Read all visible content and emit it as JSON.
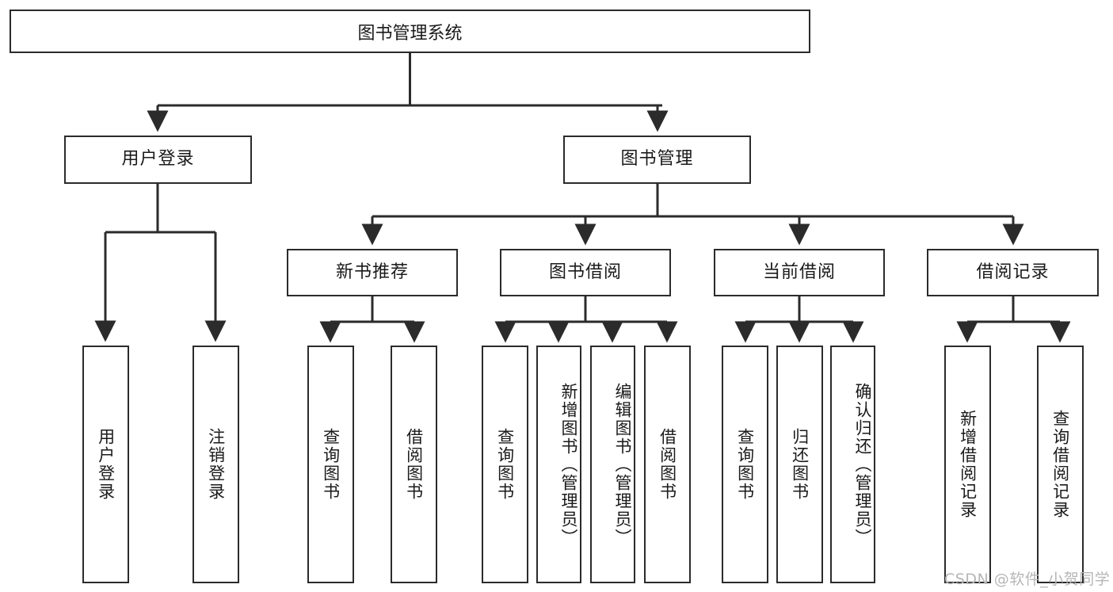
{
  "diagram": {
    "title": "图书管理系统",
    "watermark": "CSDN @软件_小贺同学",
    "type": "tree-hierarchy-diagram",
    "colors": {
      "box_border": "#2b2b2b",
      "box_fill": "#ffffff",
      "connector": "#2b2b2b",
      "text": "#1a1a1a",
      "watermark": "#b6b6b6",
      "background": "#ffffff"
    },
    "levels": {
      "root": {
        "label": "图书管理系统"
      },
      "level2": [
        {
          "id": "user-login",
          "label": "用户登录"
        },
        {
          "id": "book-management",
          "label": "图书管理"
        }
      ],
      "level3": [
        {
          "id": "new-book-recommend",
          "label": "新书推荐",
          "parent": "book-management"
        },
        {
          "id": "book-borrow",
          "label": "图书借阅",
          "parent": "book-management"
        },
        {
          "id": "current-borrow",
          "label": "当前借阅",
          "parent": "book-management"
        },
        {
          "id": "borrow-record",
          "label": "借阅记录",
          "parent": "book-management"
        }
      ],
      "leaves": [
        {
          "id": "leaf-user-login",
          "label": "用户登录",
          "parent": "user-login"
        },
        {
          "id": "leaf-logout",
          "label": "注销登录",
          "parent": "user-login"
        },
        {
          "id": "leaf-query-book-1",
          "label": "查询图书",
          "parent": "new-book-recommend"
        },
        {
          "id": "leaf-borrow-book-1",
          "label": "借阅图书",
          "parent": "new-book-recommend"
        },
        {
          "id": "leaf-query-book-2",
          "label": "查询图书",
          "parent": "book-borrow"
        },
        {
          "id": "leaf-add-book",
          "label": "新增图书（管理员）",
          "parent": "book-borrow"
        },
        {
          "id": "leaf-edit-book",
          "label": "编辑图书（管理员）",
          "parent": "book-borrow"
        },
        {
          "id": "leaf-borrow-book-2",
          "label": "借阅图书",
          "parent": "book-borrow"
        },
        {
          "id": "leaf-query-book-3",
          "label": "查询图书",
          "parent": "current-borrow"
        },
        {
          "id": "leaf-return-book",
          "label": "归还图书",
          "parent": "current-borrow"
        },
        {
          "id": "leaf-confirm-return",
          "label": "确认归还（管理员）",
          "parent": "current-borrow"
        },
        {
          "id": "leaf-add-record",
          "label": "新增借阅记录",
          "parent": "borrow-record"
        },
        {
          "id": "leaf-query-record",
          "label": "查询借阅记录",
          "parent": "borrow-record"
        }
      ]
    }
  }
}
